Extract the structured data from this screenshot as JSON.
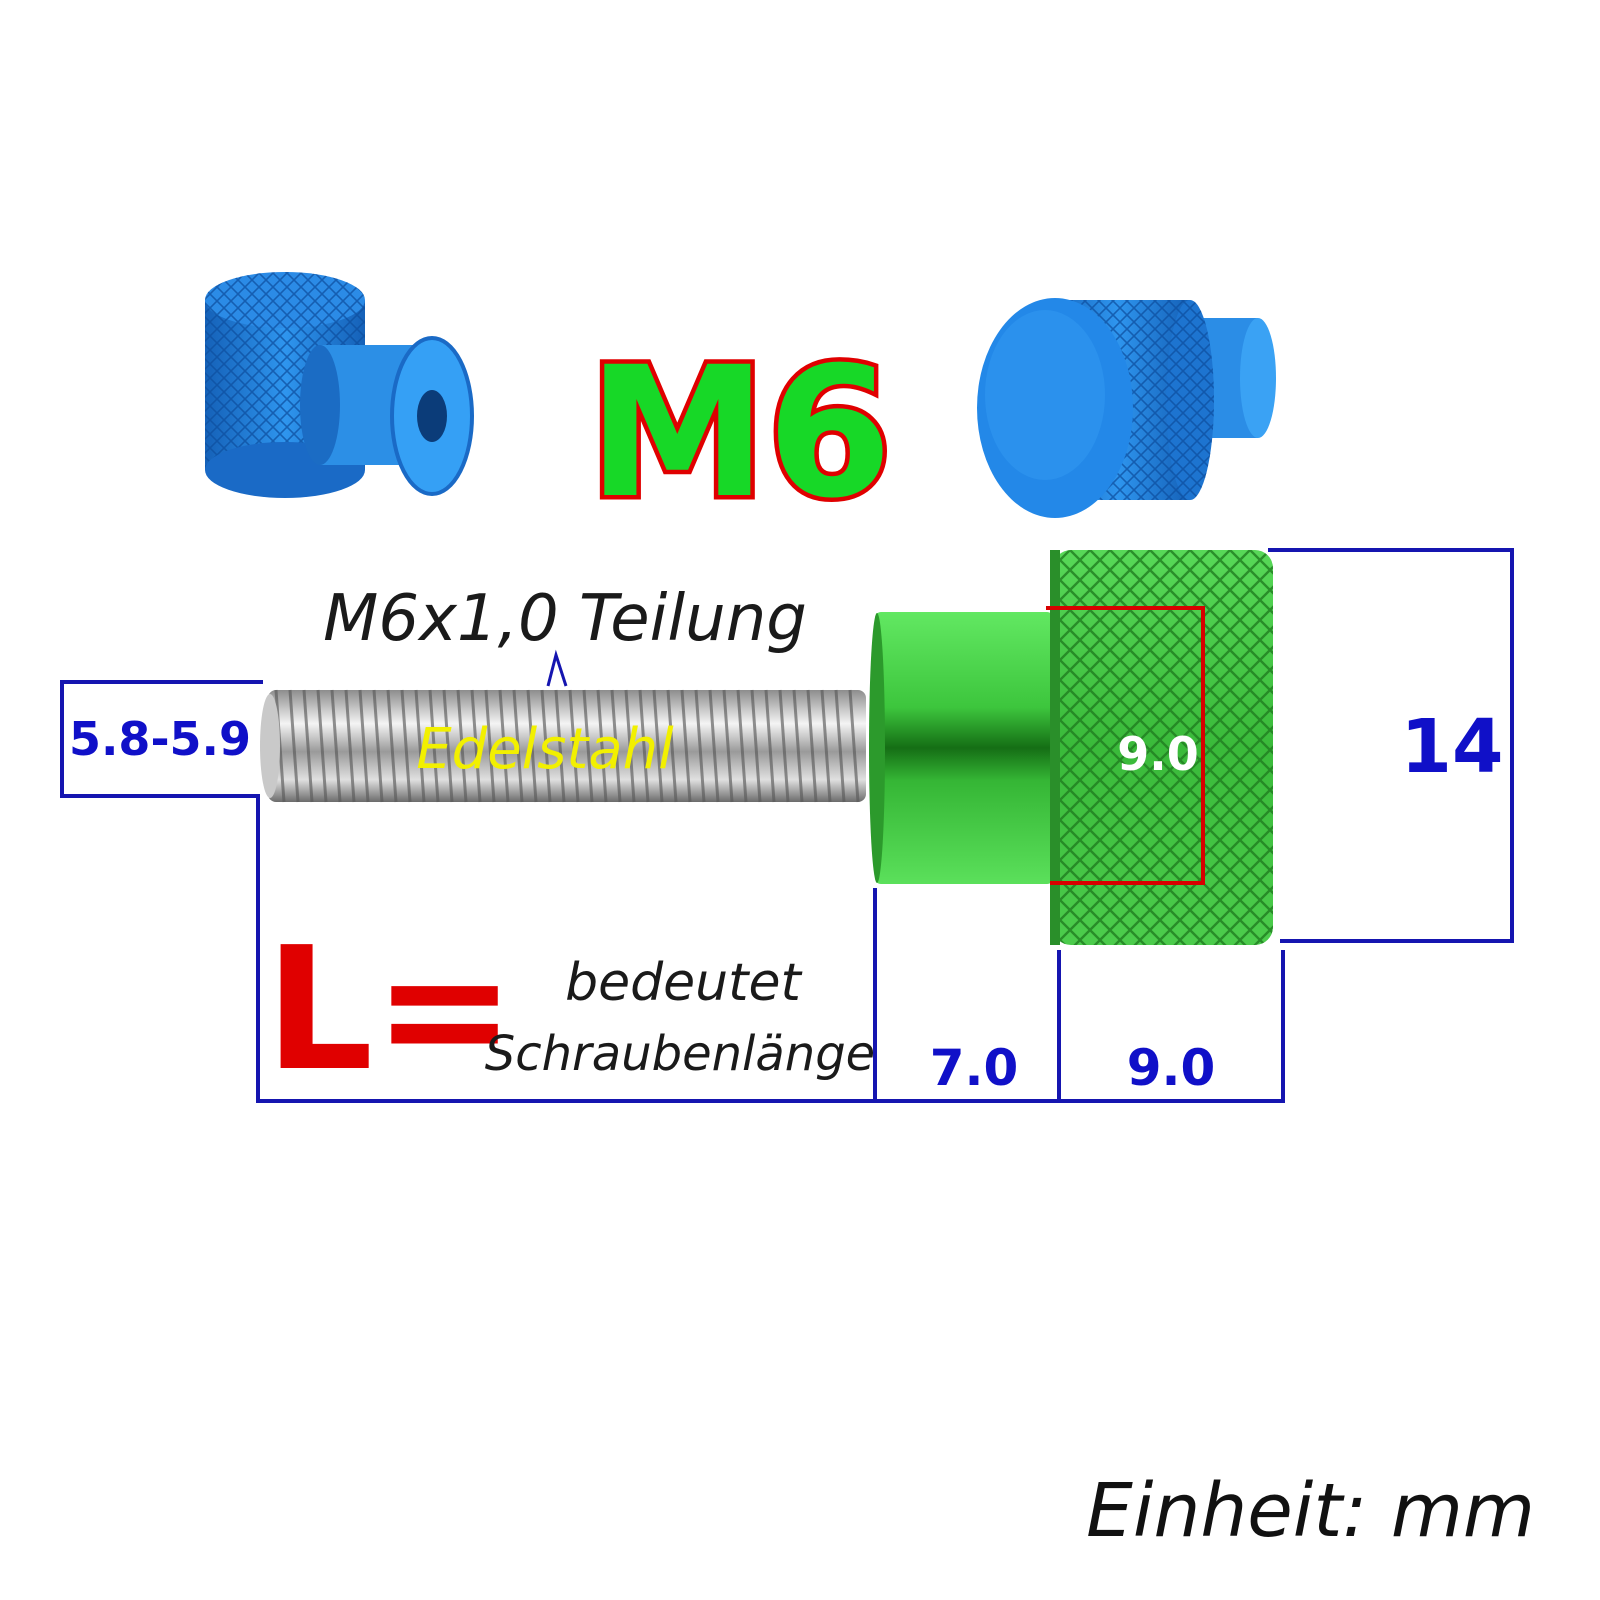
{
  "title": "M6",
  "thread_label": "M6x1,0 Teilung",
  "thread_marker": "^",
  "material_label": "Edelstahl",
  "thread_diameter": "5.8-5.9",
  "knurl_inner": "9.0",
  "head_diameter": "14",
  "length_symbol": "L=",
  "length_text_line1": "bedeutet",
  "length_text_line2": "Schraubenlänge",
  "collar_length": "7.0",
  "head_length": "9.0",
  "unit_label": "Einheit: mm",
  "colors": {
    "title_fill": "#17d827",
    "title_stroke": "#e00000",
    "dimension_line": "#1515b0",
    "dimension_text": "#1010c8",
    "knurl_box": "#d80000",
    "head_green": "#3ec43e",
    "knob_blue": "#1e7fd9",
    "material_text": "#f2f000",
    "length_symbol": "#e00000"
  },
  "icons": [
    "blue-knob-front-icon",
    "blue-knob-back-icon",
    "thumb-screw-icon"
  ]
}
